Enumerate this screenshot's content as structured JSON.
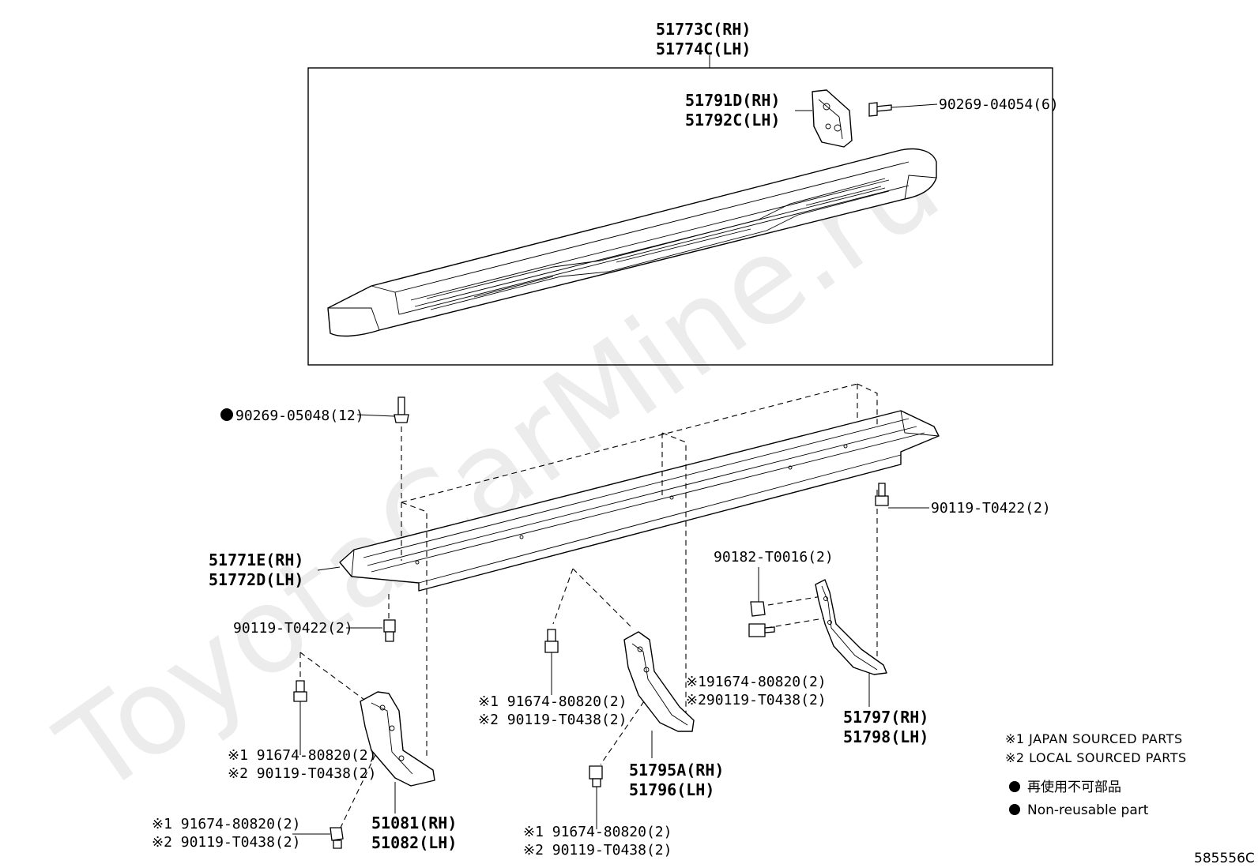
{
  "watermark": "ToyotaCarMine.ru",
  "diagram_code": "585556C",
  "parts": {
    "step_assembly": {
      "rh": "51773C(RH)",
      "lh": "51774C(LH)"
    },
    "end_bracket": {
      "rh": "51791D(RH)",
      "lh": "51792C(LH)"
    },
    "top_screw": "90269-04054(6)",
    "main_screw": "90269-05048(12)",
    "side_step": {
      "rh": "51771E(RH)",
      "lh": "51772D(LH)"
    },
    "bolt_right": "90119-T0422(2)",
    "bolt_left": "90119-T0422(2)",
    "nut_rear": "90182-T0016(2)",
    "bracket_front": {
      "rh": "51081(RH)",
      "lh": "51082(LH)"
    },
    "bracket_mid": {
      "rh": "51795A(RH)",
      "lh": "51796(LH)"
    },
    "bracket_rear": {
      "rh": "51797(RH)",
      "lh": "51798(LH)"
    },
    "alt_a": {
      "j": "※1 91674-80820(2)",
      "l": "※2 90119-T0438(2)"
    },
    "alt_b": {
      "j": "※1 91674-80820(2)",
      "l": "※2 90119-T0438(2)"
    },
    "alt_c": {
      "j": "※1 91674-80820(2)",
      "l": "※2 90119-T0438(2)"
    },
    "alt_d": {
      "j": "※1 91674-80820(2)",
      "l": "※2 90119-T0438(2)"
    },
    "alt_e": {
      "j": "※191674-80820(2)",
      "l": "※290119-T0438(2)"
    }
  },
  "legend": {
    "japan": "※1 JAPAN SOURCED PARTS",
    "local": "※2 LOCAL SOURCED PARTS",
    "nonreuse_jp": "再使用不可部品",
    "nonreuse_en": "Non-reusable part"
  }
}
